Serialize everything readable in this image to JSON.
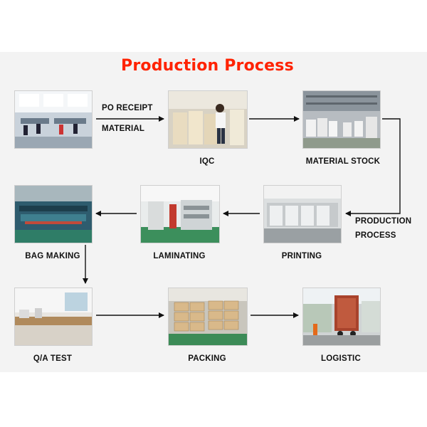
{
  "title": "Production Process",
  "steps": {
    "po_receipt": {
      "line1": "PO RECEIPT",
      "line2": "MATERIAL"
    },
    "iqc": "IQC",
    "material_stock": "MATERIAL STOCK",
    "production_process": {
      "line1": "PRODUCTION",
      "line2": "PROCESS"
    },
    "printing": "PRINTING",
    "laminating": "LAMINATING",
    "bag_making": "BAG MAKING",
    "qa_test": "Q/A TEST",
    "packing": "PACKING",
    "logistic": "LOGISTIC"
  },
  "colors": {
    "title": "#ff2200",
    "arrow": "#111111",
    "panel": "#f3f3f3"
  }
}
